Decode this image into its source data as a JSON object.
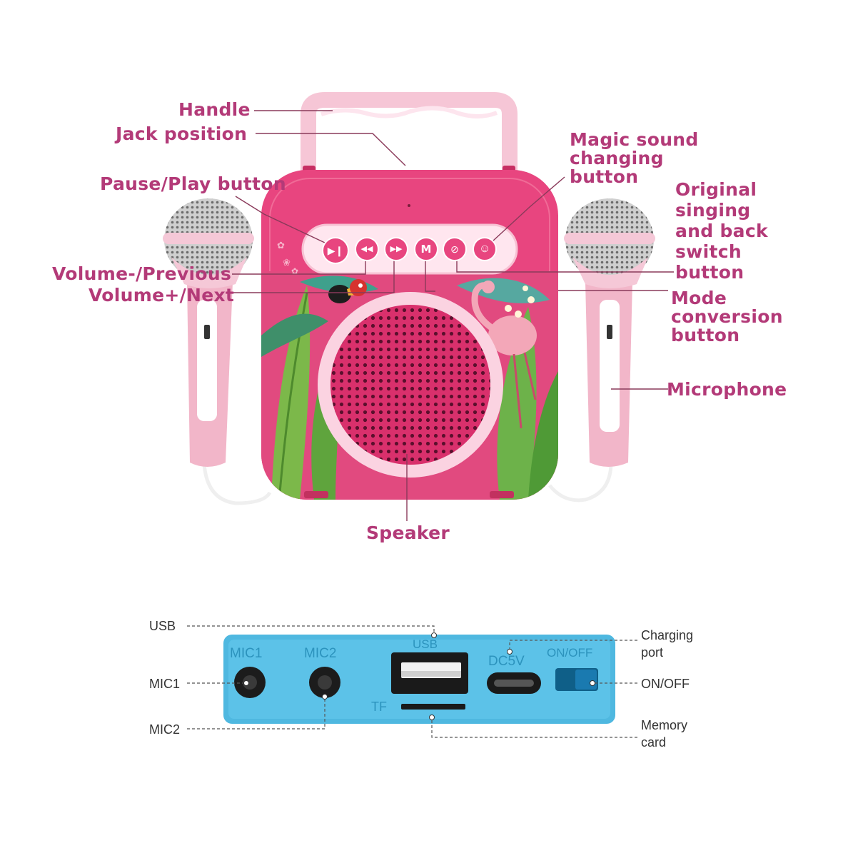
{
  "labels": {
    "handle": "Handle",
    "jack_position": "Jack position",
    "pause_play": "Pause/Play button",
    "volume_previous": "Volume-/Previous",
    "volume_next": "Volume+/Next",
    "magic_sound": [
      "Magic sound",
      "changing",
      "button"
    ],
    "original_singing": [
      "Original",
      "singing",
      "and back",
      "switch",
      "button"
    ],
    "mode_conversion": [
      "Mode",
      "conversion",
      "button"
    ],
    "microphone": "Microphone",
    "speaker": "Speaker"
  },
  "panel_labels": {
    "usb": "USB",
    "mic1": "MIC1",
    "mic2": "MIC2",
    "charging_port": [
      "Charging",
      "port"
    ],
    "on_off": "ON/OFF",
    "memory_card": [
      "Memory",
      "card"
    ]
  },
  "panel_printed": {
    "mic1": "MIC1",
    "mic2": "MIC2",
    "usb": "USB",
    "dc5v": "DC5V",
    "on_off": "ON/OFF",
    "tf": "TF"
  },
  "button_icons": [
    "play-pause-icon",
    "previous-icon",
    "next-icon",
    "mode-m-icon",
    "original-switch-icon",
    "smile-icon"
  ],
  "colors": {
    "label": "#b33a78",
    "body_pink": "#e8457f",
    "panel_blue": "#4fb8e0",
    "leader": "#8a3a5a"
  }
}
